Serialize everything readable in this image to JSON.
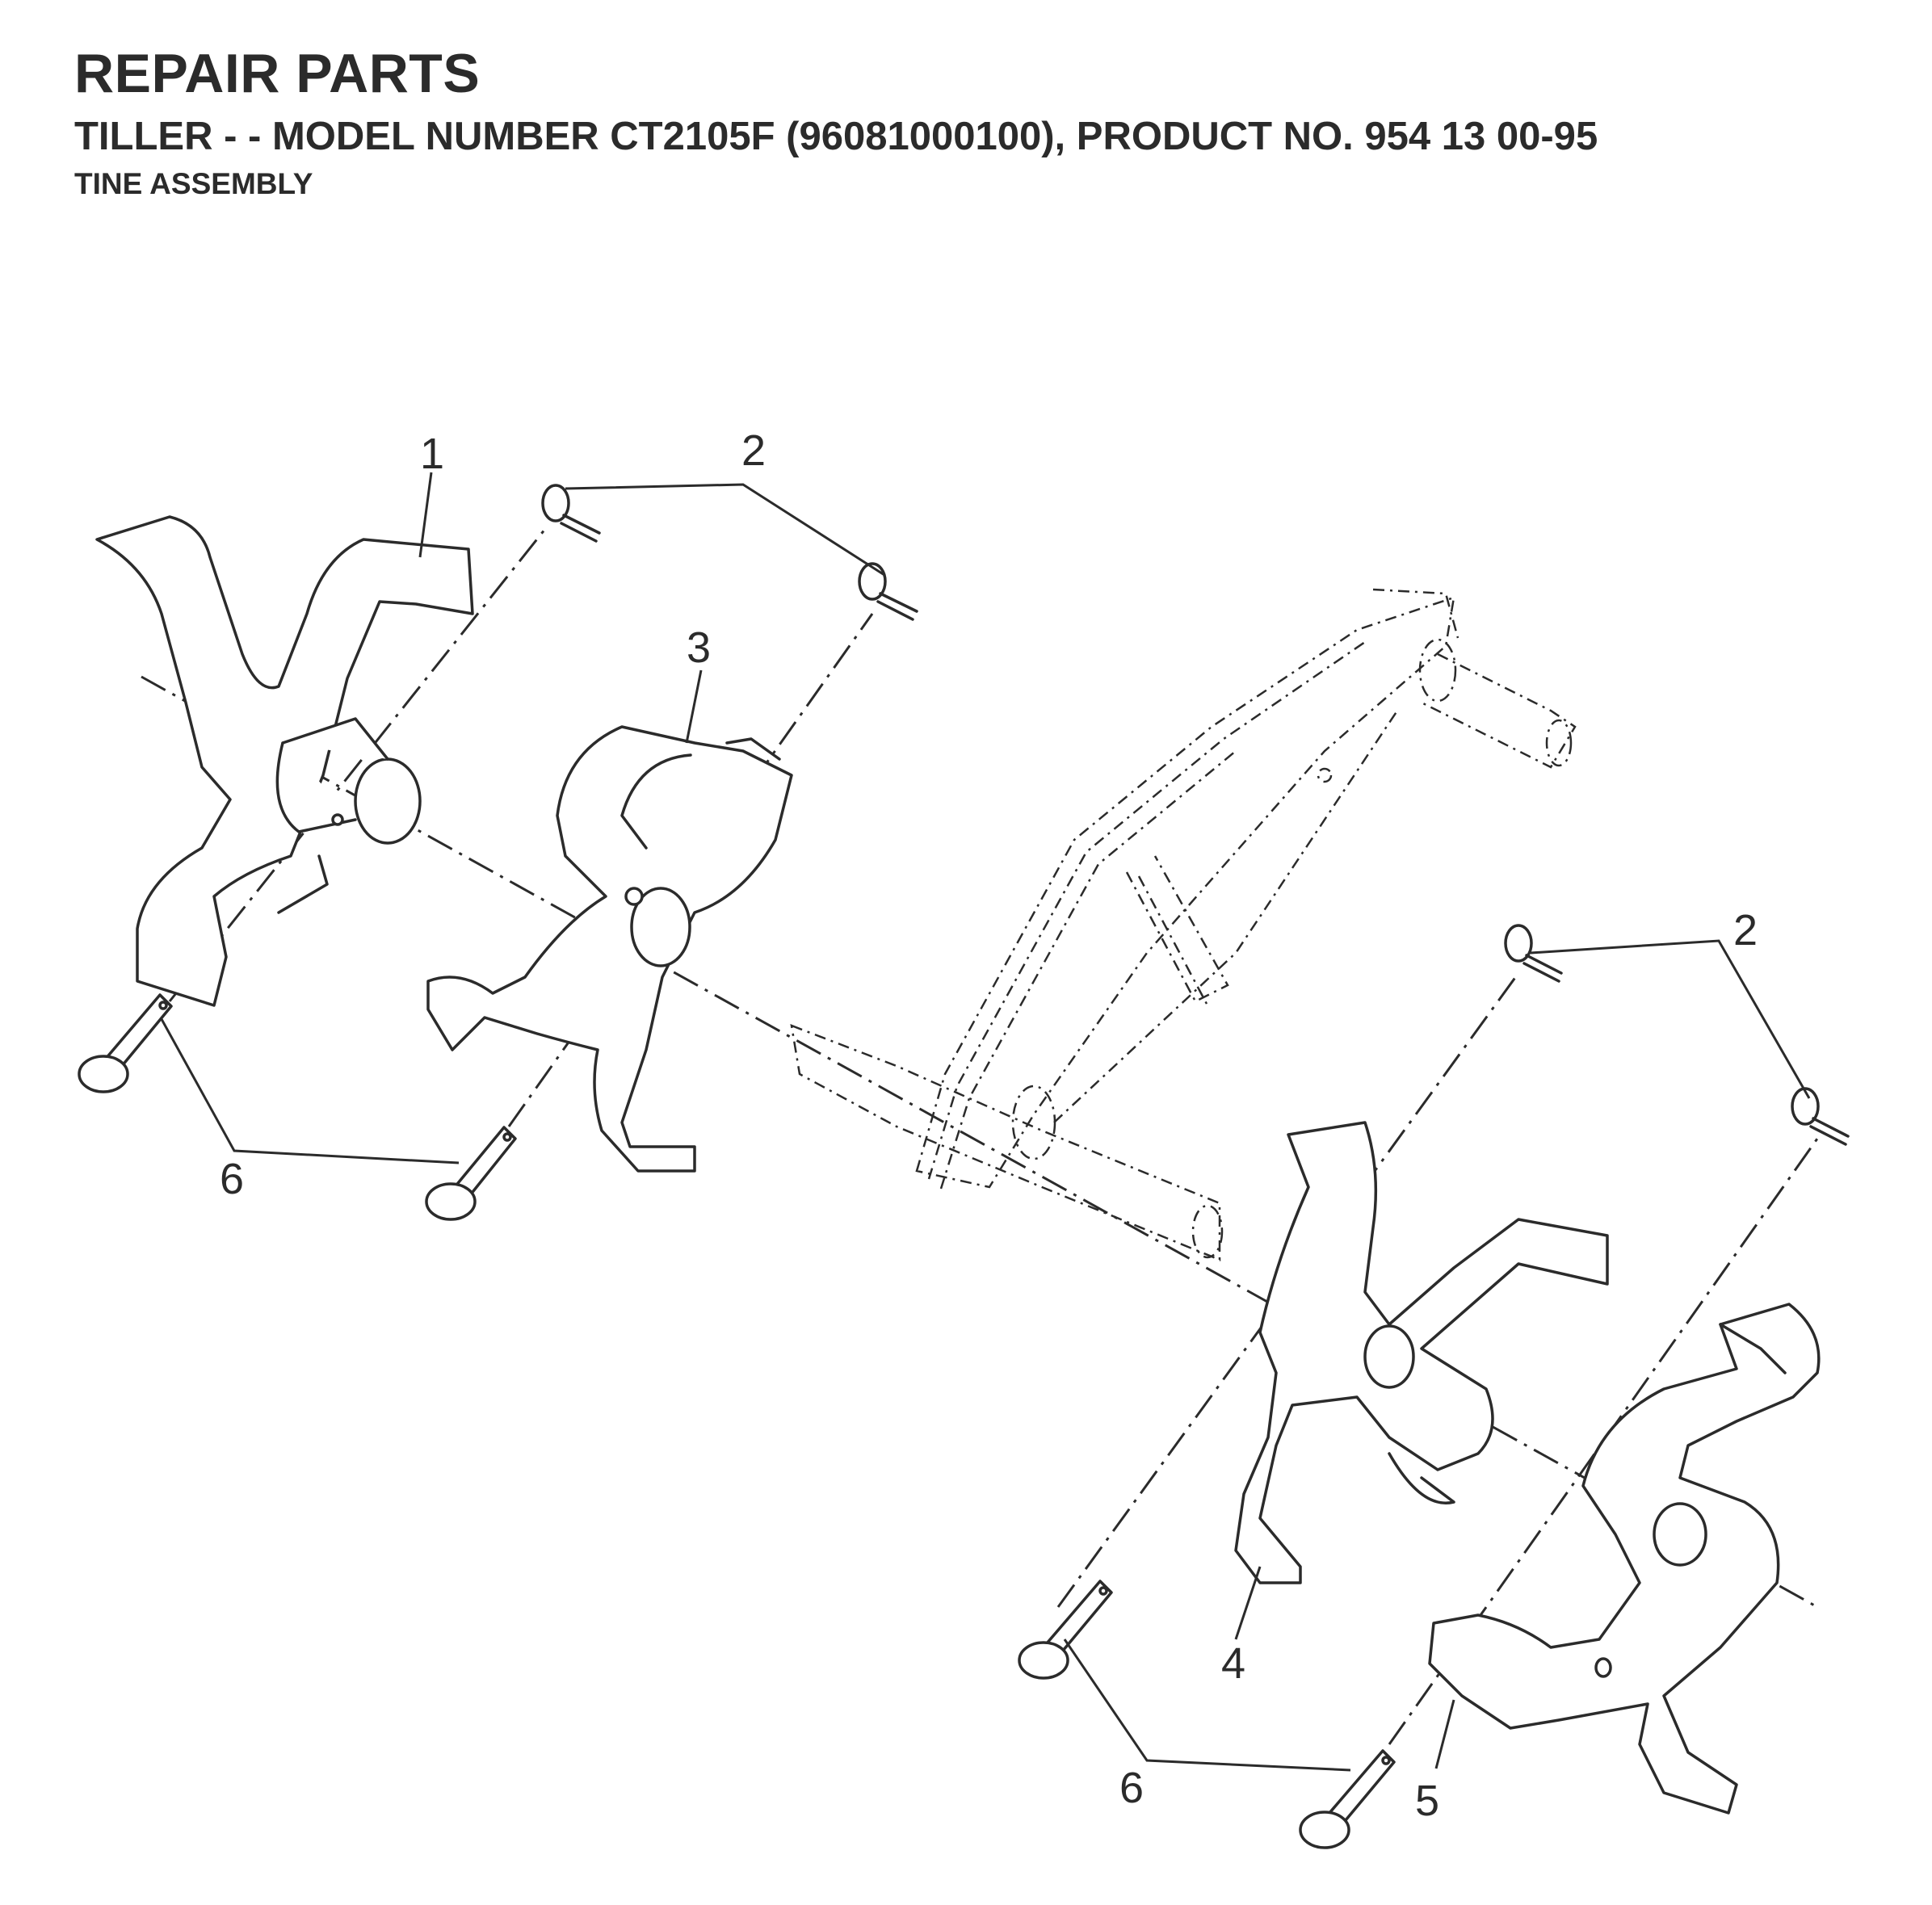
{
  "header": {
    "title": "REPAIR PARTS",
    "subtitle": "TILLER - - MODEL NUMBER CT2105F (96081000100), PRODUCT NO. 954 13 00-95",
    "section": "TINE ASSEMBLY"
  },
  "callouts": {
    "c1": "1",
    "c2a": "2",
    "c2b": "2",
    "c3": "3",
    "c4": "4",
    "c5": "5",
    "c6a": "6",
    "c6b": "6"
  }
}
